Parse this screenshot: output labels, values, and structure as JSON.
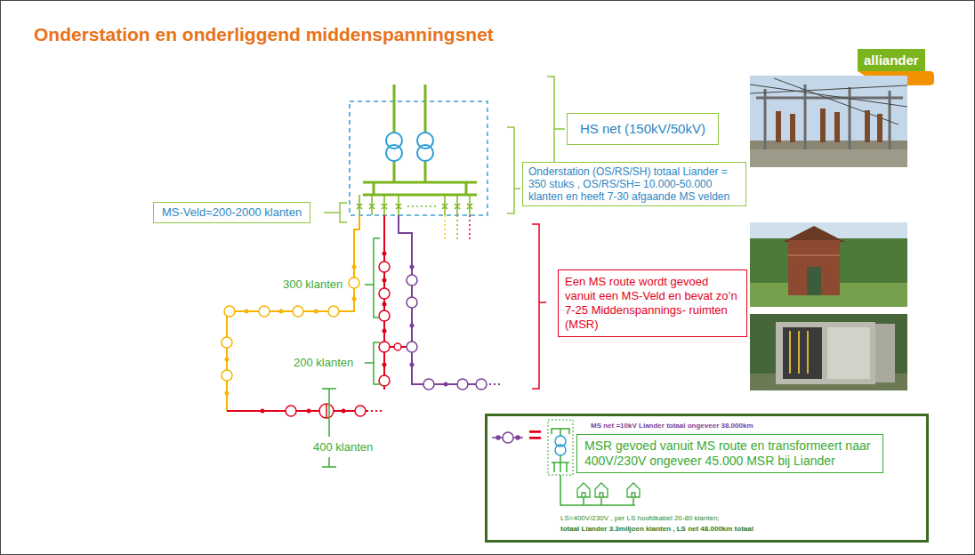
{
  "diagram": {
    "title": "Onderstation en onderliggend middenspanningsnet",
    "nodes": [
      {
        "text": [
          "HS net (150kV/50kV)"
        ]
      },
      {
        "text": [
          "Onderstation (OS/RS/SH) totaal Liander = 350 stuks , OS/RS/SH= 10.000-50.000 klanten en heeft 7-30 afgaande MS velden"
        ]
      },
      {
        "text": [
          "MS-Veld=200-2000 klanten"
        ]
      },
      {
        "text": [
          "Een MS route wordt gevoed vanuit een MS-Veld en bevat zo’n 7-25 Middenspannings- ruimten (MSR)"
        ]
      },
      {
        "text": [
          "MS net =10kV Liander totaal ongeveer 38.000km",
          "LS=400V/230V , per LS hoofdkabel 20-80 klanten;",
          "totaal Liander 3.3miljoen klanten , LS net 48.000km totaal"
        ]
      },
      {
        "text": [
          "MSR gevoed vanuit MS route en transformeert naar 400V/230V ongeveer 45.000 MSR bij Liander"
        ],
        "in": 4
      }
    ],
    "labels": [
      "alliander",
      "300 klanten",
      "200 klanten",
      "400 klanten",
      "="
    ]
  }
}
